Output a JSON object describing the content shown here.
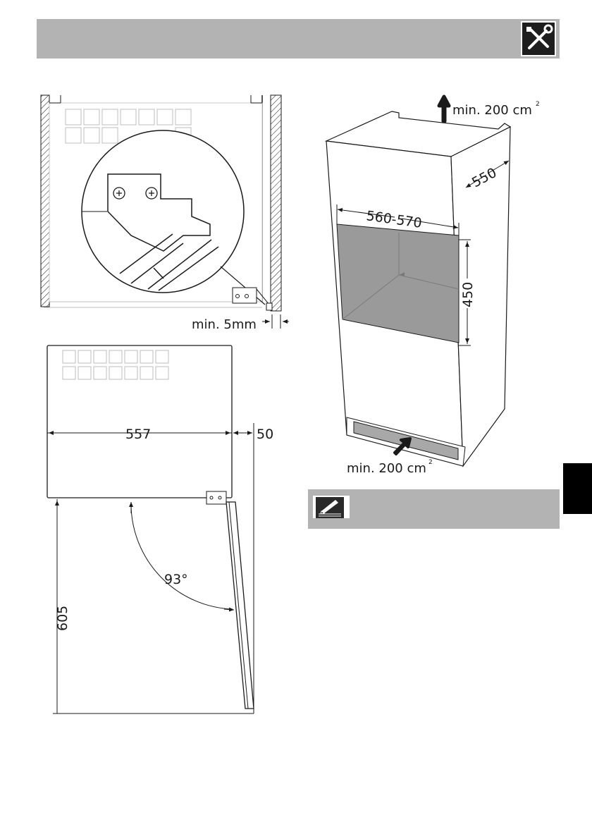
{
  "header": {
    "icon": "tools-icon"
  },
  "note": {
    "icon": "pencil-note-icon"
  },
  "diagram_top_left": {
    "label_gap": "min. 5mm"
  },
  "diagram_bottom_left": {
    "width": "557",
    "offset": "50",
    "depth": "605",
    "angle": "93°"
  },
  "diagram_right": {
    "vent_top": "min. 200 cm",
    "vent_bottom": "min. 200 cm",
    "superscript": "2",
    "depth": "550",
    "width": "560-570",
    "height": "450"
  }
}
